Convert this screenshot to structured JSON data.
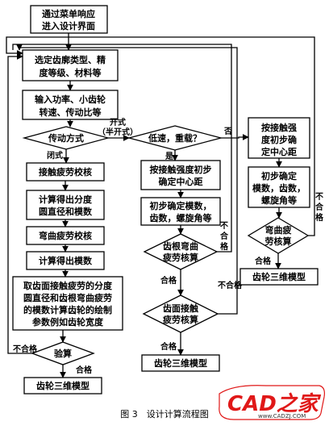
{
  "figure": {
    "caption": "图 3　设计计算流程图"
  },
  "nodes": {
    "start": [
      "通过菜单响应",
      "进入设计界面"
    ],
    "select": [
      "选定齿廓类型、精",
      "度等级、材料等"
    ],
    "input": [
      "输入功率、小齿轮",
      "转速、传动比等"
    ],
    "drive_mode": "传动方式",
    "open_label": [
      "开式",
      "（半开式）"
    ],
    "closed_label": "闭式",
    "contact_check": "接触疲劳校核",
    "calc_pitch": [
      "计算得出分度",
      "圆直径和模数"
    ],
    "bend_check": "弯曲疲劳校核",
    "calc_module": "计算得出模数",
    "take_params": [
      "取齿面接触疲劳的分度",
      "圆直径和齿根弯曲疲劳",
      "的模数计算齿轮的绘制",
      "参数例如齿轮宽度"
    ],
    "verify": "验算",
    "model_left": "齿轮三维模型",
    "low_speed": "低速，重载？",
    "yes_label": "是",
    "no_label": "否",
    "center_dist_a": [
      "按接触强度初步",
      "确定中心距"
    ],
    "prelim_a": [
      "初步确定模数，",
      "齿数，螺旋角等"
    ],
    "bend_mid": [
      "齿根弯曲",
      "疲劳核算"
    ],
    "contact_mid": [
      "齿面接触",
      "疲劳核算"
    ],
    "model_mid": "齿轮三维模型",
    "center_dist_b": [
      "按接触强",
      "度初步确",
      "定中心距"
    ],
    "prelim_b": [
      "初步确定",
      "模数，齿数，",
      "螺旋角等"
    ],
    "bend_right": [
      "弯曲疲",
      "劳核算"
    ],
    "model_right": "齿轮三维模型"
  },
  "edge_labels": {
    "fail": "不合格",
    "fail_v": [
      "不",
      "合",
      "格"
    ],
    "pass": "合格"
  },
  "logo": {
    "text": "CAD之家",
    "url": "www.CADZJ.COM"
  }
}
